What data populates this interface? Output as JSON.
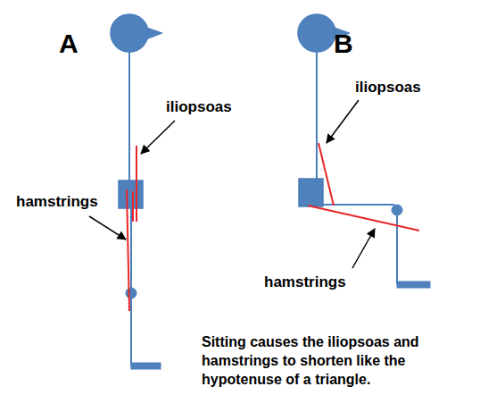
{
  "diagram": {
    "caption": "Sitting causes the iliopsoas and hamstrings to shorten like the hypotenuse of a triangle.",
    "labels": [
      "A",
      "B",
      "iliopsoas",
      "hamstrings",
      "iliopsoas",
      "hamstrings"
    ]
  }
}
